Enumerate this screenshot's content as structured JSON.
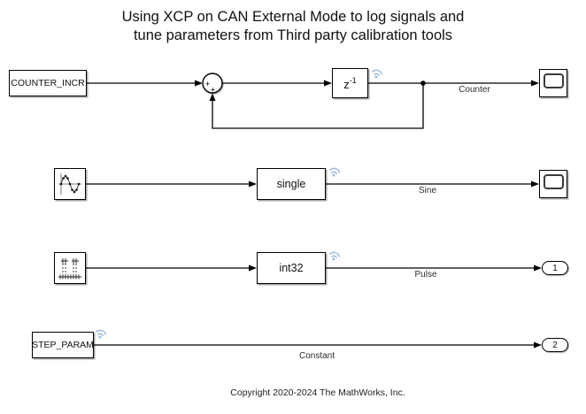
{
  "colors": {
    "badge_blue": "#9dbdde",
    "line_black": "#000000",
    "block_fill": "#ffffff"
  },
  "title": {
    "line1": "Using XCP on CAN External Mode to log signals and",
    "line2": "tune parameters from Third party calibration tools"
  },
  "copyright": "Copyright 2020-2024 The MathWorks, Inc.",
  "blocks": {
    "counter_incr": {
      "label": "COUNTER_INCR"
    },
    "sum": {
      "sign_left": "+",
      "sign_bottom": "+"
    },
    "unit_delay": {
      "base": "z",
      "exponent": "-1"
    },
    "data_type_single": {
      "label": "single"
    },
    "data_type_int32": {
      "label": "int32"
    },
    "step_param": {
      "label": "STEP_PARAM"
    },
    "outport_1": {
      "label": "1"
    },
    "outport_2": {
      "label": "2"
    }
  },
  "signal_labels": {
    "counter": "Counter",
    "sine": "Sine",
    "pulse": "Pulse",
    "constant": "Constant"
  },
  "icons": {
    "sine_source": "sine-wave-icon",
    "pulse_source": "pulse-generator-icon",
    "scope": "scope-display-icon",
    "logging_badge": "wireless-logging-badge-icon"
  }
}
